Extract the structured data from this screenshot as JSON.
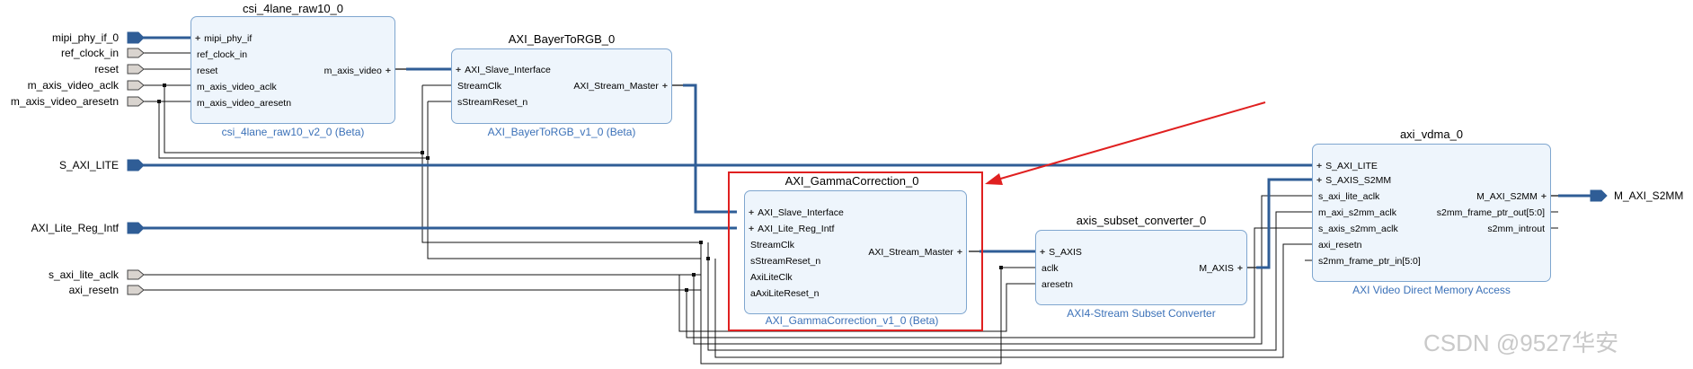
{
  "blocks": {
    "csi": {
      "title": "csi_4lane_raw10_0",
      "subtitle": "csi_4lane_raw10_v2_0 (Beta)",
      "inputs": [
        "mipi_phy_if",
        "ref_clock_in",
        "reset",
        "m_axis_video_aclk",
        "m_axis_video_aresetn"
      ],
      "outputs": [
        "m_axis_video"
      ]
    },
    "bayer": {
      "title": "AXI_BayerToRGB_0",
      "subtitle": "AXI_BayerToRGB_v1_0 (Beta)",
      "inputs": [
        "AXI_Slave_Interface",
        "StreamClk",
        "sStreamReset_n"
      ],
      "outputs": [
        "AXI_Stream_Master"
      ]
    },
    "gamma": {
      "title": "AXI_GammaCorrection_0",
      "subtitle": "AXI_GammaCorrection_v1_0 (Beta)",
      "inputs": [
        "AXI_Slave_Interface",
        "AXI_Lite_Reg_Intf",
        "StreamClk",
        "sStreamReset_n",
        "AxiLiteClk",
        "aAxiLiteReset_n"
      ],
      "outputs": [
        "AXI_Stream_Master"
      ]
    },
    "subset": {
      "title": "axis_subset_converter_0",
      "subtitle": "AXI4-Stream Subset Converter",
      "inputs": [
        "S_AXIS",
        "aclk",
        "aresetn"
      ],
      "outputs": [
        "M_AXIS"
      ]
    },
    "vdma": {
      "title": "axi_vdma_0",
      "subtitle": "AXI Video Direct Memory Access",
      "inputs": [
        "S_AXI_LITE",
        "S_AXIS_S2MM",
        "s_axi_lite_aclk",
        "m_axi_s2mm_aclk",
        "s_axis_s2mm_aclk",
        "axi_resetn",
        "s2mm_frame_ptr_in[5:0]"
      ],
      "outputs": [
        "M_AXI_S2MM",
        "s2mm_frame_ptr_out[5:0]",
        "s2mm_introut"
      ]
    }
  },
  "external_ports": {
    "inputs": [
      "mipi_phy_if_0",
      "ref_clock_in",
      "reset",
      "m_axis_video_aclk",
      "m_axis_video_aresetn",
      "S_AXI_LITE",
      "AXI_Lite_Reg_Intf",
      "s_axi_lite_aclk",
      "axi_resetn"
    ],
    "outputs": [
      "M_AXI_S2MM"
    ]
  },
  "watermark": "CSDN @9527华安",
  "colors": {
    "block_fill": "#eef5fc",
    "block_border": "#7fa6cf",
    "bus": "#2f5d96",
    "net": "#000000",
    "highlight": "#e02020",
    "port_fill": "#d9d4cf",
    "subtitle": "#3b71b8"
  }
}
